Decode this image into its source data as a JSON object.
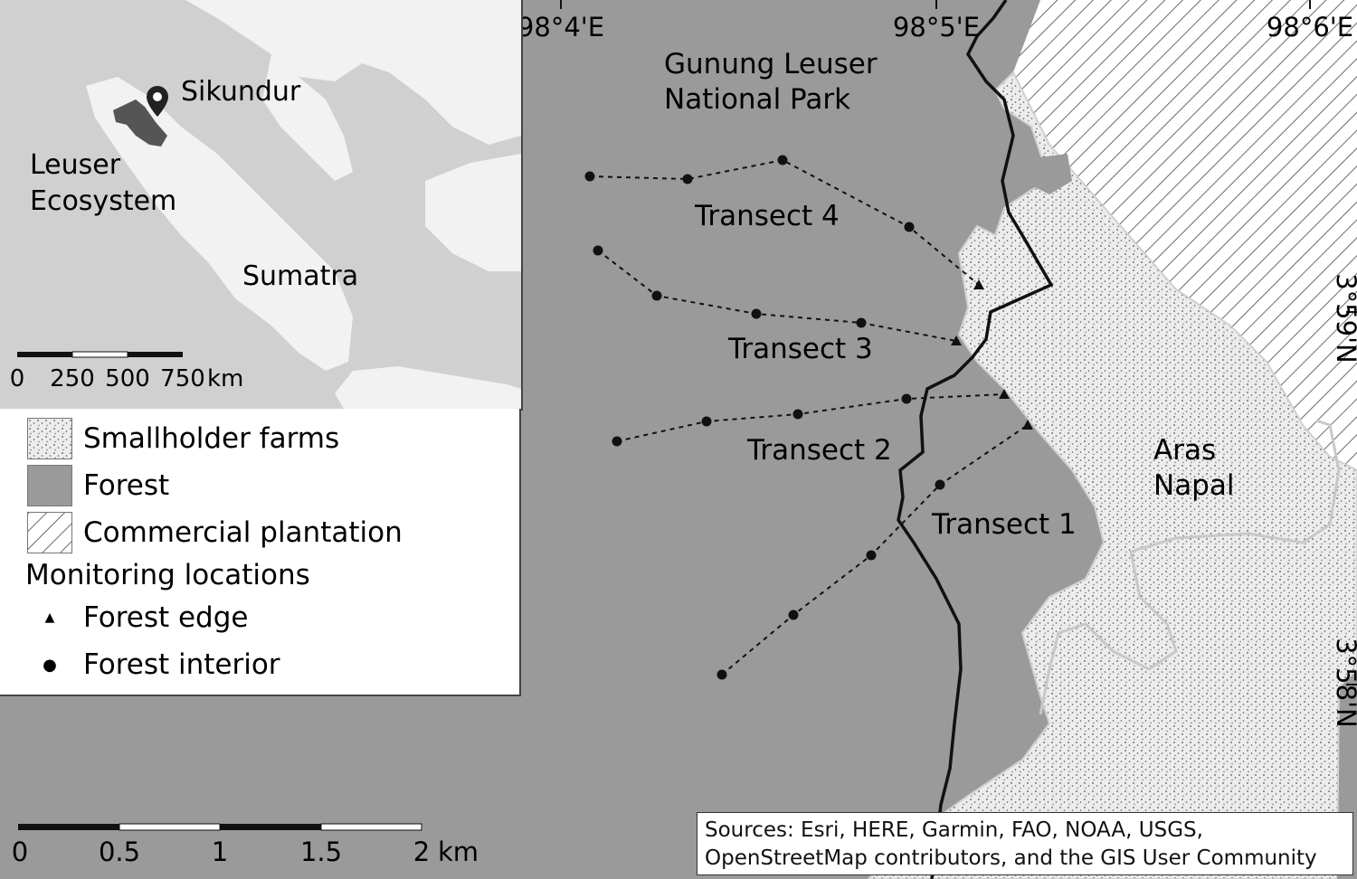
{
  "map": {
    "graticule": {
      "longitude_labels": [
        "98°4'E",
        "98°5'E",
        "98°6'E"
      ],
      "latitude_labels": [
        "3°59'N",
        "3°58'N"
      ]
    },
    "place_labels": {
      "park": "Gunung Leuser National Park",
      "village": "Aras Napal"
    },
    "transects": [
      {
        "label": "Transect 1"
      },
      {
        "label": "Transect 2"
      },
      {
        "label": "Transect 3"
      },
      {
        "label": "Transect 4"
      }
    ],
    "scale_bar": {
      "ticks": [
        "0",
        "0.5",
        "1",
        "1.5",
        "2"
      ],
      "unit": "km"
    }
  },
  "inset": {
    "labels": {
      "site": "Sikundur",
      "ecosystem": "Leuser Ecosystem",
      "island": "Sumatra"
    },
    "scale_bar": {
      "ticks": [
        "0",
        "250",
        "500",
        "750"
      ],
      "unit": "km"
    }
  },
  "legend": {
    "items": [
      {
        "label": "Smallholder farms",
        "pattern": "stipple"
      },
      {
        "label": "Forest",
        "color": "#9a9a9a"
      },
      {
        "label": "Commercial plantation",
        "pattern": "hatch"
      }
    ],
    "heading": "Monitoring locations",
    "markers": [
      {
        "label": "Forest edge",
        "symbol": "▲"
      },
      {
        "label": "Forest interior",
        "symbol": "●"
      }
    ]
  },
  "credits": {
    "text": "Sources: Esri, HERE, Garmin, FAO, NOAA, USGS, OpenStreetMap contributors, and the GIS User Community"
  },
  "colors": {
    "forest": "#9a9a9a",
    "farms": "#ececec",
    "plantation_bg": "#ffffff",
    "hatch": "#6a6a6a",
    "boundary": "#111111"
  }
}
